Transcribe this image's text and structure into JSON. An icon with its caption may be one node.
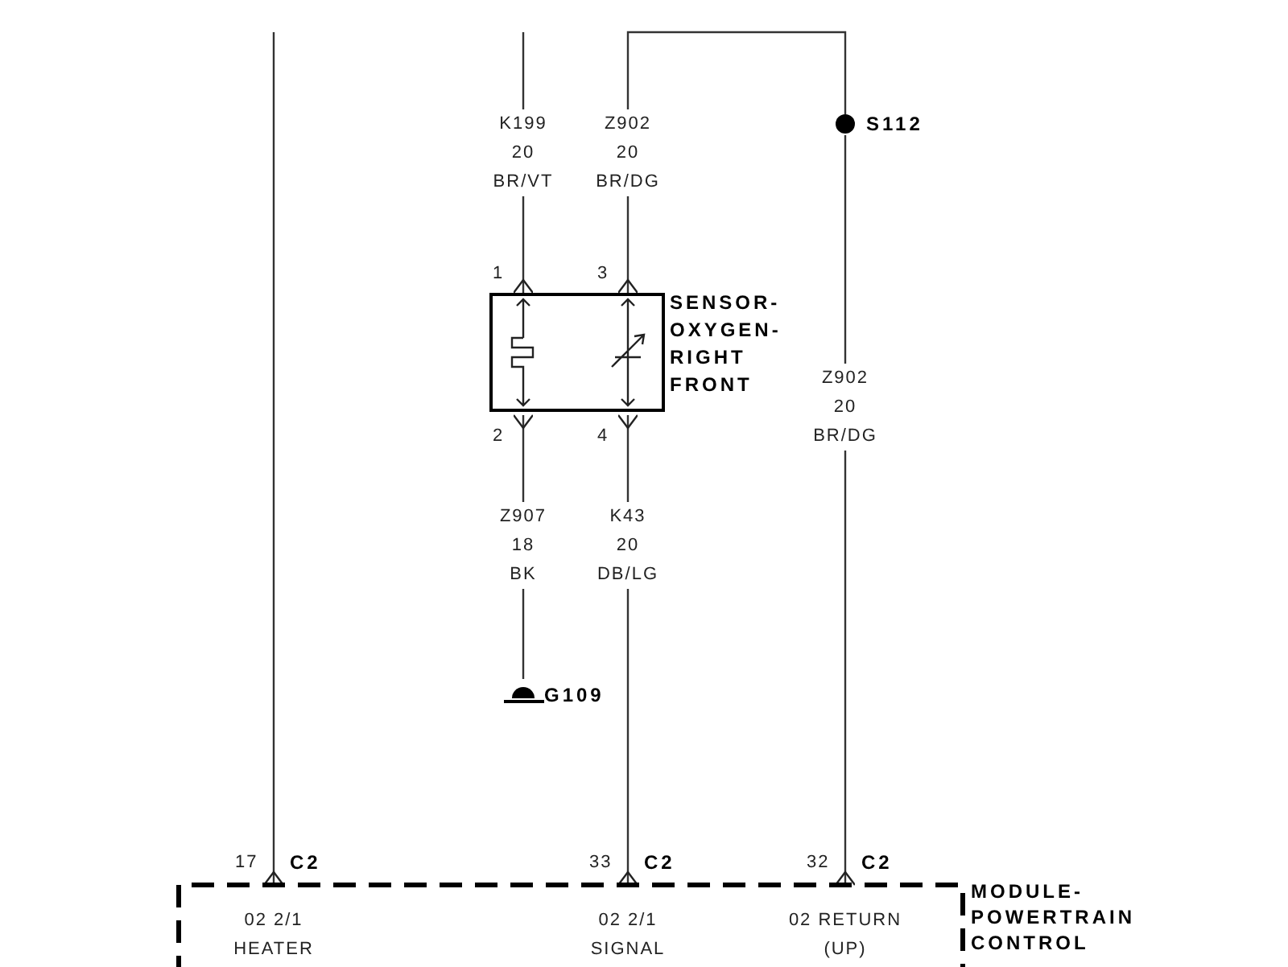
{
  "diagram": {
    "nodes": [
      {
        "text": [
          "SENSOR- OXYGEN- RIGHT FRONT"
        ]
      },
      {
        "text": [
          "S112"
        ]
      },
      {
        "text": [
          "G109"
        ]
      },
      {
        "text": [
          "MODULE- POWERTRAIN CONTROL"
        ]
      }
    ],
    "edges": [
      {
        "from": null,
        "to": 0,
        "arrow": "other",
        "label": "K199 20 BR/VT"
      },
      {
        "from": 1,
        "to": 0,
        "arrow": "other",
        "label": "Z902 20 BR/DG"
      },
      {
        "from": 0,
        "to": 2,
        "arrow": "other",
        "label": "Z907 18 BK"
      },
      {
        "from": 0,
        "to": 3,
        "arrow": "other",
        "label": "K43 20 DB/LG"
      },
      {
        "from": 1,
        "to": 3,
        "arrow": "other",
        "label": "Z902 20 BR/DG"
      },
      {
        "from": null,
        "to": 3,
        "arrow": "other"
      }
    ],
    "labels": [
      "1",
      "3",
      "2",
      "4",
      "17",
      "C2",
      "33",
      "C2",
      "32",
      "C2",
      "02 2/1 HEATER",
      "02 2/1 SIGNAL",
      "02 RETURN (UP)"
    ]
  }
}
